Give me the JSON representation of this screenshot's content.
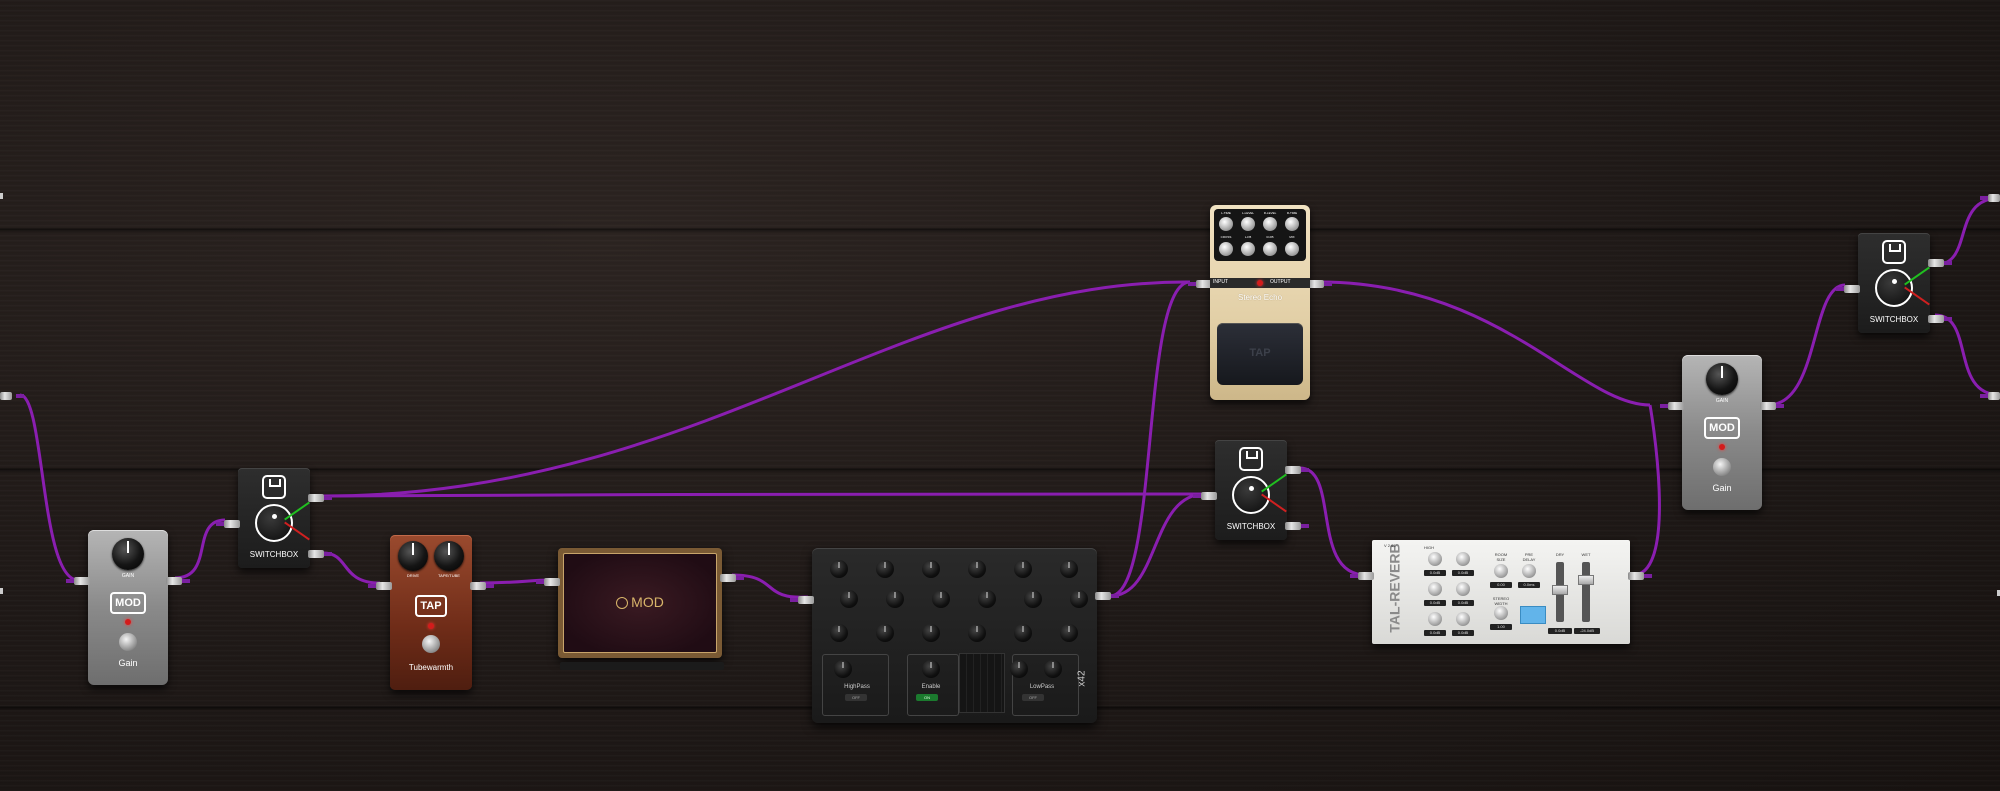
{
  "gain_pedals": [
    {
      "id": "gain1",
      "knob_label": "GAIN",
      "badge": "MOD",
      "name": "Gain"
    },
    {
      "id": "gain2",
      "knob_label": "GAIN",
      "badge": "MOD",
      "name": "Gain"
    }
  ],
  "switchboxes": [
    {
      "id": "switch1",
      "label": "SWITCHBOX"
    },
    {
      "id": "switch2",
      "label": "SWITCHBOX"
    },
    {
      "id": "switch3",
      "label": "SWITCHBOX"
    }
  ],
  "tubewarmth": {
    "knob1_label": "DRIVE",
    "knob2_label": "TAPE/TUBE",
    "badge": "TAP",
    "name": "Tubewarmth"
  },
  "cabinet": {
    "logo": "MOD"
  },
  "mixer": {
    "side_label": "x42",
    "bottom_labels": [
      "HighPass",
      "Enable",
      "LowPass"
    ],
    "toggle_labels": [
      "OFF",
      "ON",
      "OFF"
    ]
  },
  "stereo_echo": {
    "top_knob_labels": [
      "L-TIME",
      "L-LEVEL",
      "R-LEVEL",
      "R-TIME",
      "CROSS",
      "L-FB",
      "R-FB",
      "MIX"
    ],
    "input_label": "INPUT",
    "output_label": "OUTPUT",
    "name": "Stereo Echo",
    "pad_label": "TAP"
  },
  "tal_reverb": {
    "logo": "TAL-REVERB",
    "version": "V 2.61",
    "labels": [
      "HIGH",
      "ROOM SIZE",
      "PRE DELAY",
      "DRY",
      "WET",
      "STEREO WIDTH"
    ],
    "plates": [
      "0.0dB",
      "0.0dB",
      "0.0dB",
      "0.0dB",
      "0.0dB",
      "0.0dB",
      "0.00",
      "0.0ms",
      "1.00",
      "0.0dB",
      "-24.0dB"
    ]
  },
  "colors": {
    "cable": "#8a1eb0",
    "board": "#1f1917",
    "switch_green": "#20c020",
    "switch_red": "#d02020"
  }
}
